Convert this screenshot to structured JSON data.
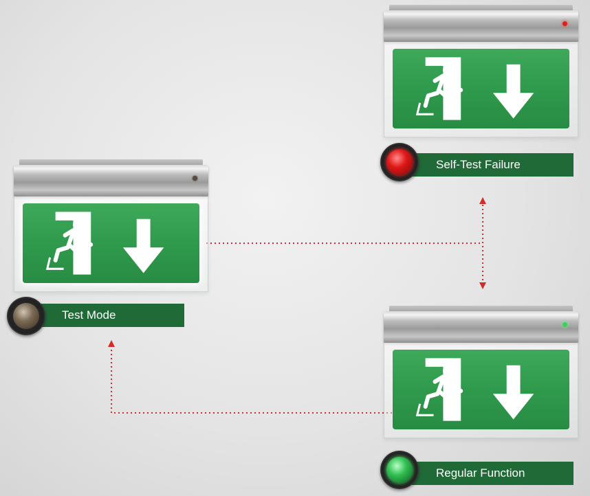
{
  "states": {
    "test_mode": {
      "label": "Test Mode"
    },
    "self_test_failure": {
      "label": "Self-Test Failure"
    },
    "regular_function": {
      "label": "Regular Function"
    }
  },
  "colors": {
    "sign_green": "#2f9a4c",
    "label_green": "#1f6a36",
    "arrow_red": "#d42a2a",
    "indicator_red": "#e02020",
    "indicator_green": "#30c050",
    "indicator_off": "#6b5a45"
  },
  "icons": [
    "running-man-icon",
    "down-arrow-icon"
  ]
}
